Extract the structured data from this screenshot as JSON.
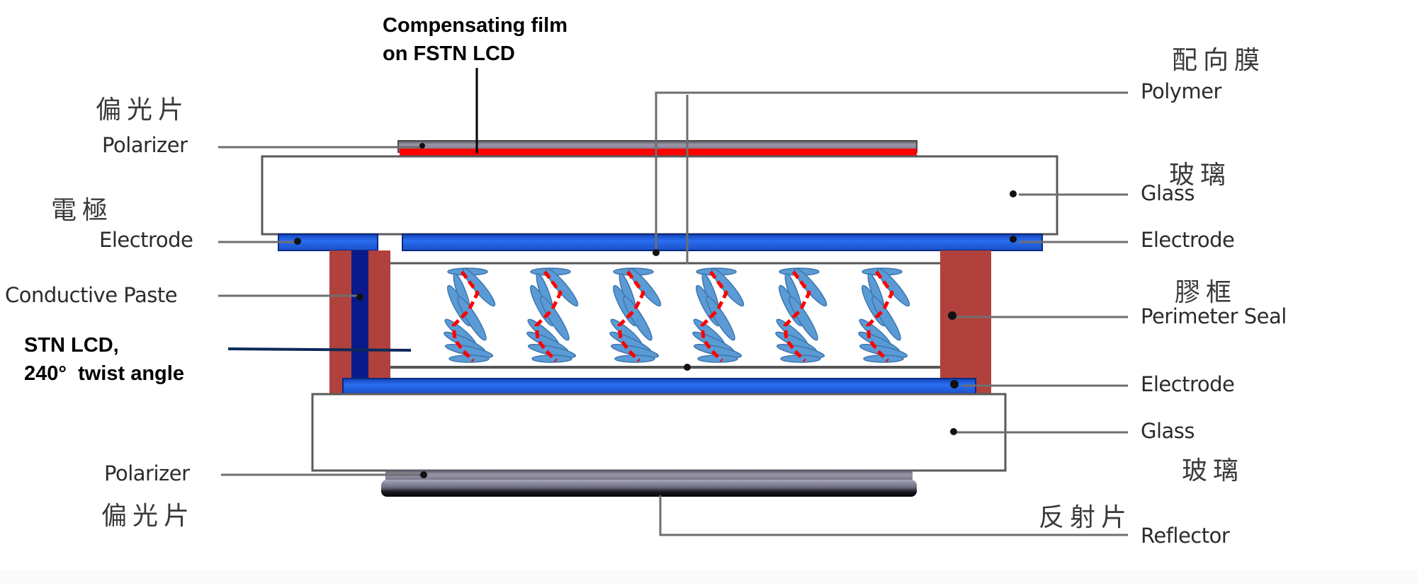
{
  "title": "FSTN LCD cross-section structure",
  "colors": {
    "electrode": "#1f5fe0",
    "electrode_dark": "#0a2f9a",
    "seal": "#b0413c",
    "paste": "#0b1a8a",
    "compensating_film": "#ff0000",
    "lc_molecule": "#5b9bd5",
    "lc_molecule_edge": "#3d75ad",
    "director_line": "#ff0000",
    "leader": "#6e6e6e",
    "annotation_leader": "#0b2a5a"
  },
  "annotations": {
    "compensating_film": [
      "Compensating film",
      "on FSTN LCD"
    ],
    "stn_lcd": [
      "STN LCD,",
      "240°  twist angle"
    ]
  },
  "labels_left": {
    "polarizer_top": {
      "zh": "偏光片",
      "en": "Polarizer"
    },
    "electrode_top": {
      "zh": "電極",
      "en": "Electrode"
    },
    "conductive_paste": {
      "en": "Conductive Paste"
    },
    "polarizer_bottom": {
      "en": "Polarizer",
      "zh": "偏光片"
    }
  },
  "labels_right": {
    "polymer": {
      "zh": "配向膜",
      "en": "Polymer"
    },
    "glass_top": {
      "zh": "玻璃",
      "en": "Glass"
    },
    "electrode_top": {
      "en": "Electrode"
    },
    "perimeter_seal": {
      "zh": "膠框",
      "en": "Perimeter Seal"
    },
    "electrode_bottom": {
      "en": "Electrode"
    },
    "glass_bottom": {
      "en": "Glass",
      "zh": "玻璃"
    },
    "reflector": {
      "zh": "反射片",
      "en": "Reflector"
    }
  },
  "liquid_crystal": {
    "columns": 6,
    "molecules_per_column": 9
  }
}
